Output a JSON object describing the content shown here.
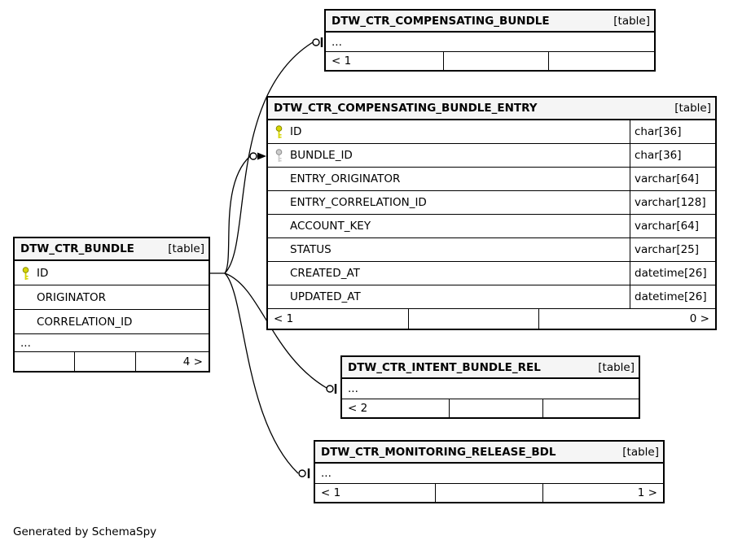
{
  "colors": {
    "header_bg": "#f5f5f5",
    "border": "#000000",
    "primary_key_fill": "#d6d600",
    "primary_key_stroke": "#8a8a00",
    "foreign_key_fill": "#cccccc",
    "foreign_key_stroke": "#8c8c8c"
  },
  "footer_note": "Generated by SchemaSpy",
  "tables": [
    {
      "name": "DTW_CTR_COMPENSATING_BUNDLE",
      "badge": "[table]",
      "rows": [
        {
          "name": "...",
          "type": ""
        }
      ],
      "footer": {
        "left": "< 1",
        "mid": "",
        "right": ""
      }
    },
    {
      "name": "DTW_CTR_COMPENSATING_BUNDLE_ENTRY",
      "badge": "[table]",
      "rows": [
        {
          "icon": "primary-key-icon",
          "name": "ID",
          "type": "char[36]"
        },
        {
          "icon": "foreign-key-icon",
          "name": "BUNDLE_ID",
          "type": "char[36]"
        },
        {
          "name": "ENTRY_ORIGINATOR",
          "type": "varchar[64]"
        },
        {
          "name": "ENTRY_CORRELATION_ID",
          "type": "varchar[128]"
        },
        {
          "name": "ACCOUNT_KEY",
          "type": "varchar[64]"
        },
        {
          "name": "STATUS",
          "type": "varchar[25]"
        },
        {
          "name": "CREATED_AT",
          "type": "datetime[26]"
        },
        {
          "name": "UPDATED_AT",
          "type": "datetime[26]"
        }
      ],
      "footer": {
        "left": "< 1",
        "mid": "",
        "right": "0 >"
      }
    },
    {
      "name": "DTW_CTR_BUNDLE",
      "badge": "[table]",
      "rows": [
        {
          "icon": "primary-key-icon",
          "name": "ID",
          "type": ""
        },
        {
          "name": "ORIGINATOR",
          "type": ""
        },
        {
          "name": "CORRELATION_ID",
          "type": ""
        },
        {
          "name": "...",
          "type": ""
        }
      ],
      "footer": {
        "left": "",
        "mid": "",
        "right": "4 >"
      }
    },
    {
      "name": "DTW_CTR_INTENT_BUNDLE_REL",
      "badge": "[table]",
      "rows": [
        {
          "name": "...",
          "type": ""
        }
      ],
      "footer": {
        "left": "< 2",
        "mid": "",
        "right": ""
      }
    },
    {
      "name": "DTW_CTR_MONITORING_RELEASE_BDL",
      "badge": "[table]",
      "rows": [
        {
          "name": "...",
          "type": ""
        }
      ],
      "footer": {
        "left": "< 1",
        "mid": "",
        "right": "1 >"
      }
    }
  ]
}
